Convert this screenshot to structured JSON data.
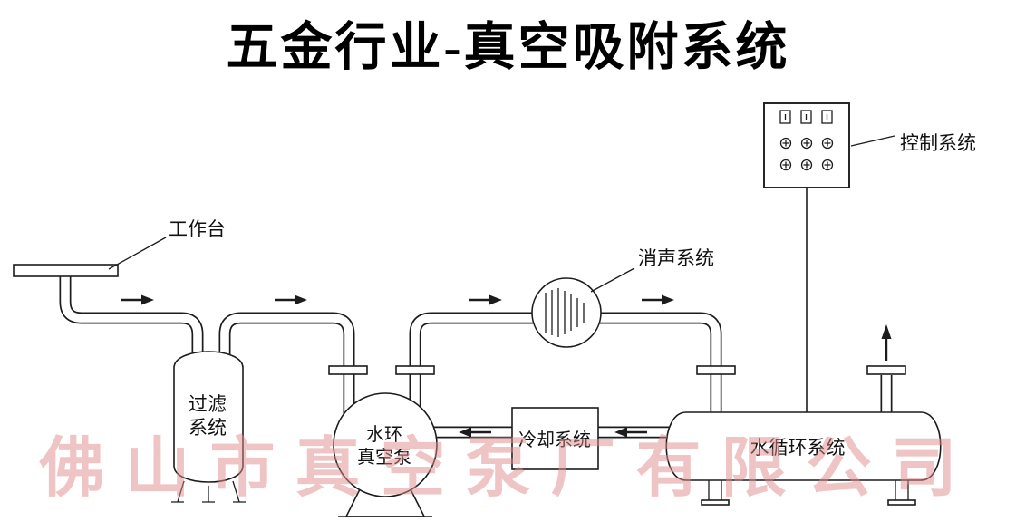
{
  "title": "五金行业-真空吸附系统",
  "watermark": "佛山市真空泵厂有限公司",
  "components": {
    "control": {
      "label": "控制系统"
    },
    "workbench": {
      "label": "工作台"
    },
    "filter": {
      "label_line1": "过滤",
      "label_line2": "系统"
    },
    "pump": {
      "label_line1": "水环",
      "label_line2": "真空泵"
    },
    "muffler": {
      "label": "消声系统"
    },
    "cooling": {
      "label": "冷却系统"
    },
    "water_tank": {
      "label": "水循环系统"
    }
  },
  "colors": {
    "line": "#1c1c1c",
    "watermark": "#e08a8a",
    "background": "#ffffff"
  }
}
